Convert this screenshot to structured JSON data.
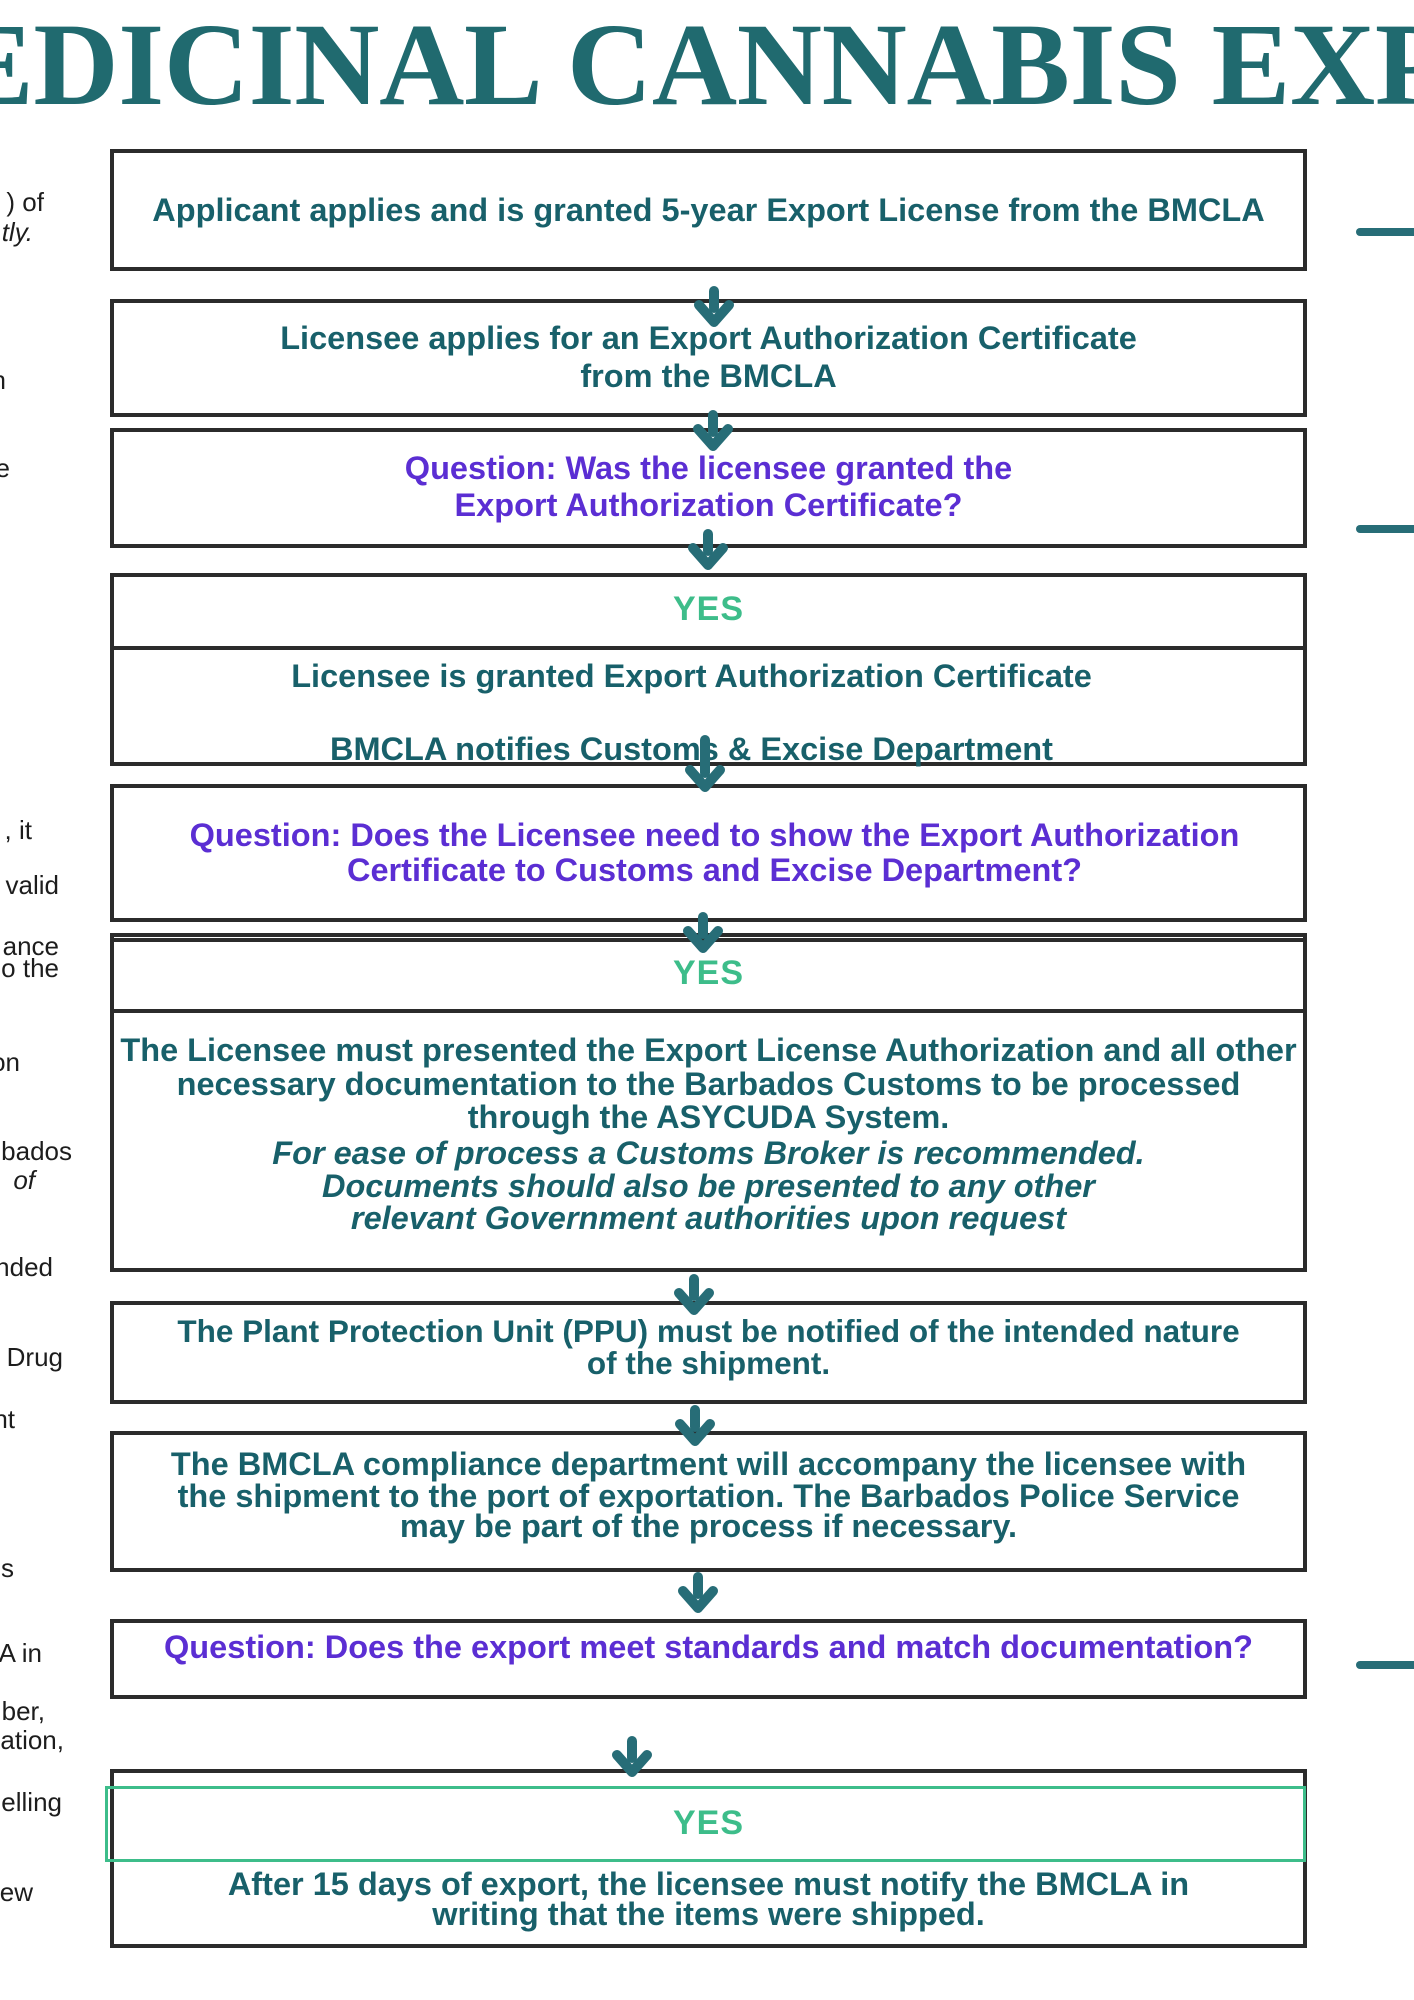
{
  "title": {
    "text": "MEDICINAL CANNABIS EXPORT",
    "visible_part": "EDICINAL CANNABIS EXP"
  },
  "colors": {
    "title_teal": "#206a6f",
    "body_teal": "#18606a",
    "purple": "#5b2ed3",
    "green": "#3dbd8a",
    "arrow_teal": "#276d77",
    "box_border": "#2b2b2b",
    "left_text": "#1d1d1d"
  },
  "left_column": {
    "fragments": [
      {
        "text": ") of"
      },
      {
        "text": "tly.",
        "italic": true
      },
      {
        "text": "n"
      },
      {
        "text": "e"
      },
      {
        "text": ", it"
      },
      {
        "text": "valid"
      },
      {
        "text": "ance"
      },
      {
        "text": "o the"
      },
      {
        "text": "on"
      },
      {
        "text": "bados"
      },
      {
        "text": "of",
        "italic": true
      },
      {
        "text": "nded"
      },
      {
        "text": "Drug"
      },
      {
        "text": "nt"
      },
      {
        "text": "s"
      },
      {
        "text": "A in"
      },
      {
        "text": "ber,"
      },
      {
        "text": "ation,"
      },
      {
        "text": "elling"
      },
      {
        "text": "ew"
      }
    ]
  },
  "flow": {
    "b1": {
      "lines": [
        "Applicant applies and is granted 5-year Export License from the BMCLA"
      ]
    },
    "b2": {
      "lines": [
        "Licensee applies for an Export Authorization Certificate",
        "from the BMCLA"
      ]
    },
    "b3": {
      "lines": [
        "Question: Was the licensee granted the",
        "Export Authorization Certificate?"
      ]
    },
    "b4": {
      "yes": "YES",
      "lines": [
        "Licensee is granted Export Authorization Certificate",
        "BMCLA notifies Customs & Excise Department"
      ]
    },
    "b5": {
      "lines": [
        "Question: Does the Licensee need to show the Export Authorization",
        "Certificate to Customs and Excise Department?"
      ]
    },
    "b6": {
      "yes": "YES",
      "lines": [
        "The Licensee must presented the Export License Authorization and all other",
        "necessary documentation to the Barbados Customs to be processed",
        "through the ASYCUDA System."
      ],
      "italic_lines": [
        "For ease of process a Customs Broker is recommended.",
        "Documents should also be presented to any other",
        "relevant Government authorities upon request"
      ]
    },
    "b7": {
      "lines": [
        "The Plant Protection Unit (PPU) must be notified of the intended nature",
        "of the shipment."
      ]
    },
    "b8": {
      "lines": [
        "The BMCLA compliance department will accompany the licensee with",
        "the shipment to the port of exportation. The Barbados Police Service",
        "may be part of the process if necessary."
      ]
    },
    "b9": {
      "lines": [
        "Question: Does the export meet standards and match documentation?"
      ]
    },
    "b10": {
      "yes": "YES",
      "lines": [
        "After 15 days of export, the licensee must notify the BMCLA in",
        "writing that the items were shipped."
      ]
    }
  }
}
